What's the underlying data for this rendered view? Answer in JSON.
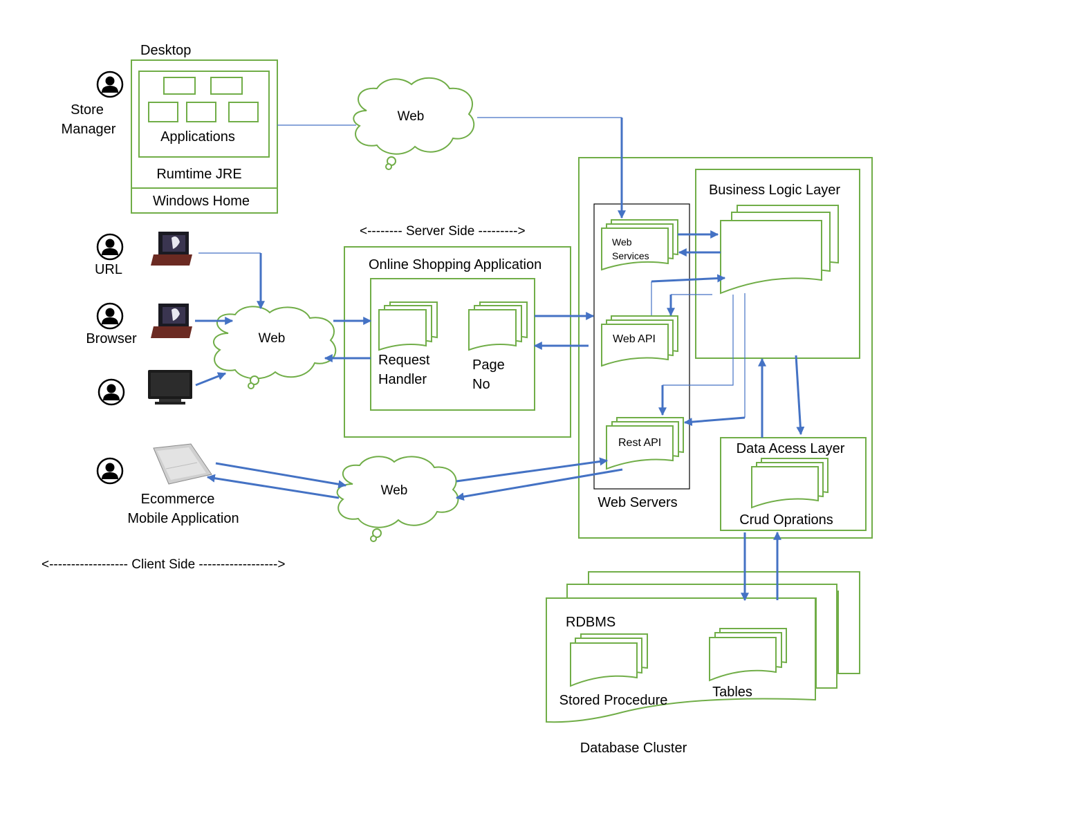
{
  "desktop": {
    "title": "Desktop",
    "applications": "Applications",
    "runtime": "Rumtime JRE",
    "os": "Windows Home"
  },
  "users": {
    "store_manager_line1": "Store",
    "store_manager_line2": "Manager",
    "url": "URL",
    "browser": "Browser",
    "mobile_line1": "Ecommerce",
    "mobile_line2": "Mobile Application"
  },
  "clouds": {
    "top": "Web",
    "middle": "Web",
    "bottom": "Web"
  },
  "server_side_label": "<-------- Server Side --------->",
  "client_side_label": "<------------------ Client Side ------------------>",
  "online_shopping": {
    "title": "Online Shopping Application",
    "request_line1": "Request",
    "request_line2": "Handler",
    "page_line1": "Page",
    "page_line2": "No"
  },
  "web_servers": {
    "title": "Web Servers",
    "web_services_line1": "Web",
    "web_services_line2": "Services",
    "web_api": "Web API",
    "rest_api": "Rest API"
  },
  "business_logic": {
    "title": "Business Logic Layer"
  },
  "data_access": {
    "title": "Data Acess Layer",
    "crud": "Crud Oprations"
  },
  "database": {
    "rdbms": "RDBMS",
    "stored_procedure": "Stored Procedure",
    "tables": "Tables",
    "cluster": "Database Cluster"
  },
  "colors": {
    "box_stroke": "#70ad47",
    "arrow": "#4472c4",
    "text": "#000000"
  },
  "icons": [
    "user-icon",
    "laptop-icon",
    "monitor-icon",
    "tablet-icon",
    "cloud-icon"
  ]
}
